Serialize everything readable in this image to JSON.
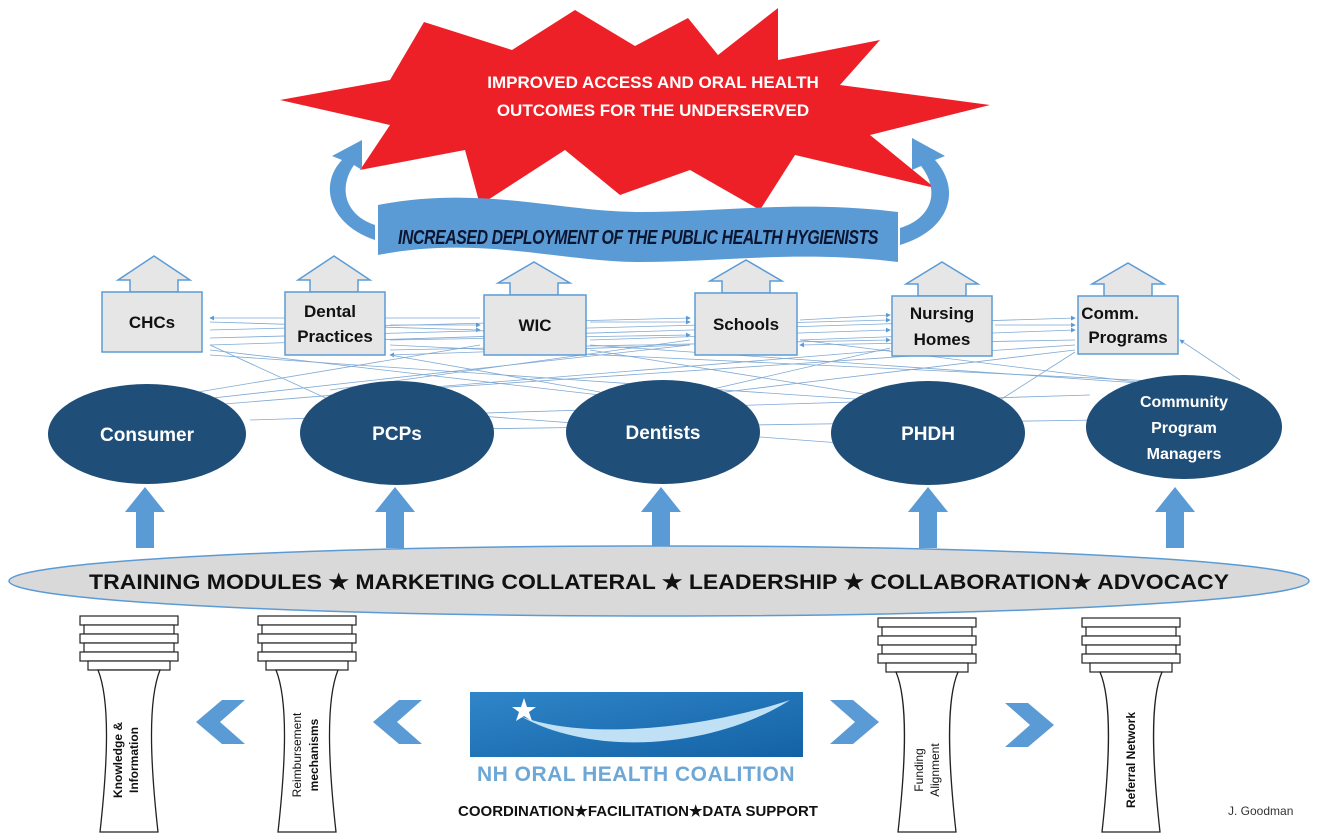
{
  "goal": {
    "line1": "IMPROVED ACCESS AND ORAL HEALTH",
    "line2": "OUTCOMES FOR THE UNDERSERVED"
  },
  "banner": "INCREASED DEPLOYMENT OF THE PUBLIC HEALTH HYGIENISTS",
  "settings": {
    "chcs": "CHCs",
    "dental1": "Dental",
    "dental2": "Practices",
    "wic": "WIC",
    "schools": "Schools",
    "nursing1": "Nursing",
    "nursing2": "Homes",
    "comm1": "Comm.",
    "comm2": "Programs"
  },
  "stakeholders": {
    "consumer": "Consumer",
    "pcps": "PCPs",
    "dentists": "Dentists",
    "phdh": "PHDH",
    "cpm1": "Community",
    "cpm2": "Program",
    "cpm3": "Managers"
  },
  "foundation": "TRAINING MODULES ★ MARKETING COLLATERAL ★ LEADERSHIP ★ COLLABORATION★ ADVOCACY",
  "pillars": {
    "knowledge1": "Knowledge &",
    "knowledge2": "Information",
    "reimb1": "Reimbursement",
    "reimb2": "mechanisms",
    "funding1": "Funding",
    "funding2": "Alignment",
    "referral": "Referral Network"
  },
  "coalition": {
    "name": "NH ORAL HEALTH COALITION",
    "roles": "COORDINATION★FACILITATION★DATA SUPPORT"
  },
  "author": "J. Goodman",
  "colors": {
    "burst": "#ee2027",
    "banner": "#5b9bd5",
    "ellipse": "#1f4e79",
    "box": "#e6e6e6",
    "arrow": "#5b9bd5",
    "foundation": "#d9d9d9",
    "logo": "#1a6fb0"
  }
}
